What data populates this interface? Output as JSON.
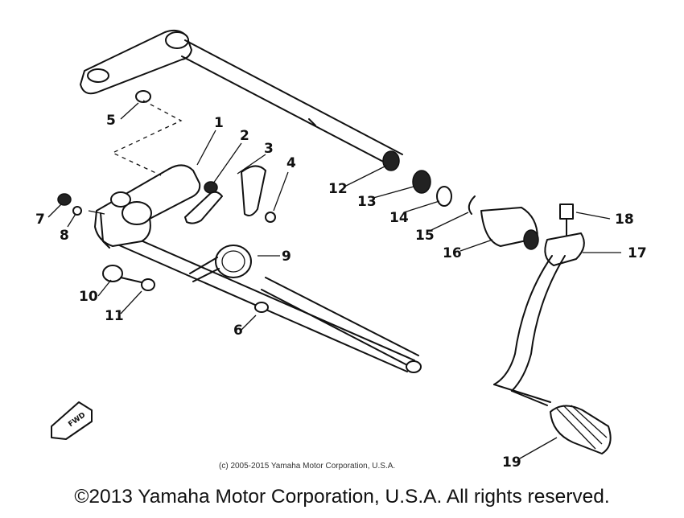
{
  "diagram": {
    "part_numbers": [
      "1",
      "2",
      "3",
      "4",
      "5",
      "6",
      "7",
      "8",
      "9",
      "10",
      "11",
      "12",
      "13",
      "14",
      "15",
      "16",
      "17",
      "18",
      "19"
    ],
    "fwd_label": "FWD",
    "inner_copyright": "(c) 2005-2015 Yamaha Motor Corporation, U.S.A."
  },
  "footer": {
    "copyright": "©2013 Yamaha Motor Corporation, U.S.A. All rights reserved."
  }
}
